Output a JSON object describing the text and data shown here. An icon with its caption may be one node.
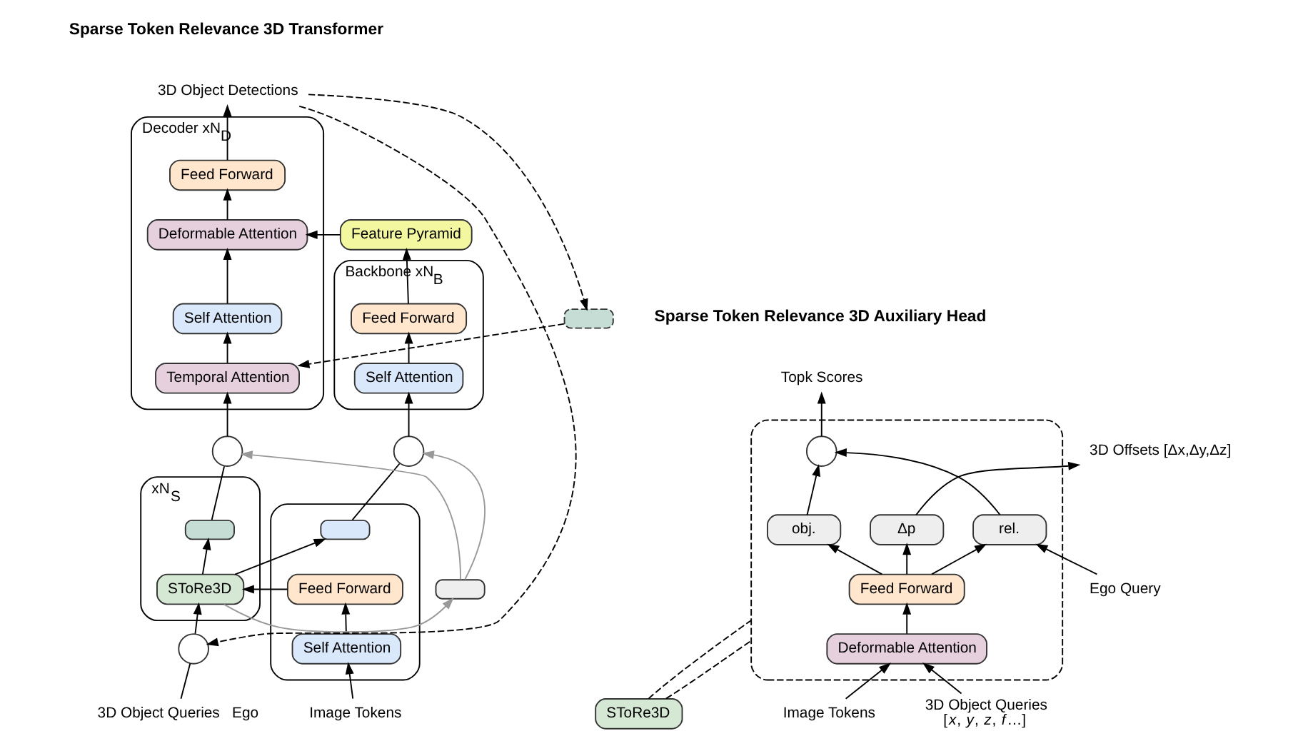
{
  "diagram": {
    "nodes": [
      {
        "text": [],
        "shape": "box"
      },
      {
        "text": [
          "Self Attention"
        ],
        "in": 0
      },
      {
        "text": [
          "Feed Forward"
        ],
        "in": 0
      },
      {
        "text": [],
        "shape": "box",
        "in": 0
      },
      {
        "text": [
          "xN$_{S}$"
        ]
      },
      {
        "text": [
          "SToRe3D"
        ],
        "in": 4
      },
      {
        "text": [],
        "shape": "box",
        "in": 4
      },
      {
        "text": [
          "Backbone xN$_{B}$"
        ]
      },
      {
        "text": [
          "Self Attention"
        ],
        "in": 7
      },
      {
        "text": [
          "Feed Forward"
        ],
        "in": 7
      },
      {
        "text": [
          "Feature Pyramid"
        ]
      },
      {
        "text": [
          "Decoder xN$_{D}$"
        ]
      },
      {
        "text": [
          "Temporal Attention"
        ],
        "in": 11
      },
      {
        "text": [
          "Self Attention"
        ],
        "in": 11
      },
      {
        "text": [
          "Deformable Attention"
        ],
        "in": 11
      },
      {
        "text": [
          "Feed Forward"
        ],
        "in": 11
      },
      {
        "text": [
          "3D Object Detections"
        ]
      },
      {
        "text": [],
        "shape": "circle"
      },
      {
        "text": [],
        "shape": "circle"
      },
      {
        "text": [],
        "shape": "circle"
      },
      {
        "text": [
          "Image Tokens"
        ]
      },
      {
        "text": [
          "3D Object Queries"
        ],
        "beside": [
          "Ego"
        ]
      },
      {
        "text": [],
        "shape": "box"
      },
      {
        "text": [],
        "shape": "box"
      },
      {
        "text": [
          "SToRe3D"
        ]
      },
      {
        "text": [],
        "shape": "box"
      },
      {
        "text": [
          "Δp"
        ],
        "in": 25
      },
      {
        "text": [
          "obj."
        ],
        "in": 25
      },
      {
        "text": [
          "rel."
        ],
        "in": 25
      },
      {
        "text": [
          "Feed Forward"
        ],
        "in": 25
      },
      {
        "text": [
          "Deformable Attention"
        ],
        "in": 25
      },
      {
        "text": [],
        "shape": "circle",
        "in": 25
      },
      {
        "text": [
          "3D Offsets [Δx,Δy,Δz]"
        ]
      },
      {
        "text": [
          "Topk Scores"
        ]
      },
      {
        "text": [
          "Ego Query"
        ]
      },
      {
        "text": [
          "Image Tokens"
        ]
      },
      {
        "text": [
          "3D Object Queries",
          "[*x*, *y*, *z*, *f*…]"
        ]
      }
    ],
    "edges": [
      {
        "from": 20,
        "to": 1,
        "arrow": "to"
      },
      {
        "from": 1,
        "to": 2,
        "arrow": "to"
      },
      {
        "from": 2,
        "to": 5,
        "arrow": "to"
      },
      {
        "from": 5,
        "to": 6,
        "arrow": "to"
      },
      {
        "from": 5,
        "to": 3,
        "arrow": "to"
      },
      {
        "from": 3,
        "to": 17,
        "arrow": "none"
      },
      {
        "from": 17,
        "to": 8,
        "arrow": "to"
      },
      {
        "from": 23,
        "to": 17,
        "arrow": "to",
        "color": "#999999"
      },
      {
        "from": 23,
        "to": 18,
        "arrow": "to",
        "color": "#999999"
      },
      {
        "from": 5,
        "to": 23,
        "arrow": "to",
        "color": "#999999"
      },
      {
        "from": 6,
        "to": 18,
        "arrow": "none"
      },
      {
        "from": 18,
        "to": 12,
        "arrow": "to"
      },
      {
        "from": 8,
        "to": 9,
        "arrow": "to"
      },
      {
        "from": 9,
        "to": 10,
        "arrow": "to"
      },
      {
        "from": 10,
        "to": 14,
        "arrow": "to"
      },
      {
        "from": 12,
        "to": 13,
        "arrow": "to"
      },
      {
        "from": 13,
        "to": 14,
        "arrow": "to"
      },
      {
        "from": 14,
        "to": 15,
        "arrow": "to"
      },
      {
        "from": 15,
        "to": 16,
        "arrow": "to"
      },
      {
        "from": 16,
        "to": 22,
        "arrow": "to",
        "style": "dashed"
      },
      {
        "from": 22,
        "to": 12,
        "arrow": "to",
        "style": "dashed"
      },
      {
        "from": 16,
        "to": 19,
        "arrow": "to",
        "style": "dashed"
      },
      {
        "from": 21,
        "to": 19,
        "arrow": "none"
      },
      {
        "from": 19,
        "to": 5,
        "arrow": "to"
      },
      {
        "from": 24,
        "to": 25,
        "arrow": "none",
        "style": "dashed"
      },
      {
        "from": 24,
        "to": 25,
        "arrow": "none",
        "style": "dashed"
      },
      {
        "from": 36,
        "to": 30,
        "arrow": "to"
      },
      {
        "from": 35,
        "to": 30,
        "arrow": "to"
      },
      {
        "from": 30,
        "to": 29,
        "arrow": "to"
      },
      {
        "from": 29,
        "to": 26,
        "arrow": "to"
      },
      {
        "from": 29,
        "to": 27,
        "arrow": "to"
      },
      {
        "from": 29,
        "to": 28,
        "arrow": "to"
      },
      {
        "from": 34,
        "to": 28,
        "arrow": "to"
      },
      {
        "from": 26,
        "to": 32,
        "arrow": "to"
      },
      {
        "from": 27,
        "to": 31,
        "arrow": "to"
      },
      {
        "from": 28,
        "to": 31,
        "arrow": "to"
      },
      {
        "from": 31,
        "to": 33,
        "arrow": "to"
      }
    ],
    "labels": [
      "Sparse Token Relevance 3D Transformer",
      "Sparse Token Relevance 3D Auxiliary Head"
    ]
  }
}
